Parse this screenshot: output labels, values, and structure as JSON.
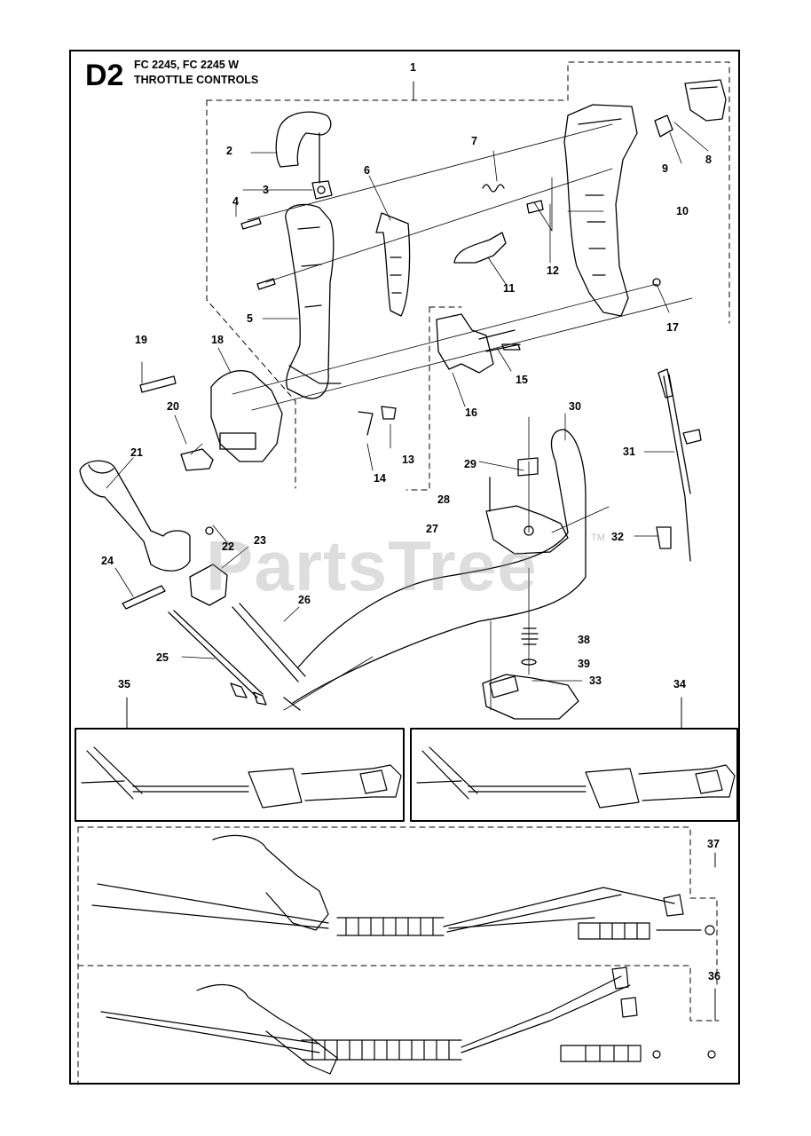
{
  "header": {
    "code": "D2",
    "models": "FC 2245, FC 2245 W",
    "title": "THROTTLE CONTROLS"
  },
  "watermark": {
    "text": "PartsTree",
    "tm": "TM"
  },
  "callouts": [
    "1",
    "2",
    "3",
    "4",
    "5",
    "6",
    "7",
    "8",
    "9",
    "10",
    "11",
    "12",
    "13",
    "14",
    "15",
    "16",
    "17",
    "18",
    "19",
    "20",
    "21",
    "22",
    "23",
    "24",
    "25",
    "26",
    "27",
    "28",
    "29",
    "30",
    "31",
    "32",
    "33",
    "34",
    "35",
    "36",
    "37",
    "38",
    "39"
  ]
}
